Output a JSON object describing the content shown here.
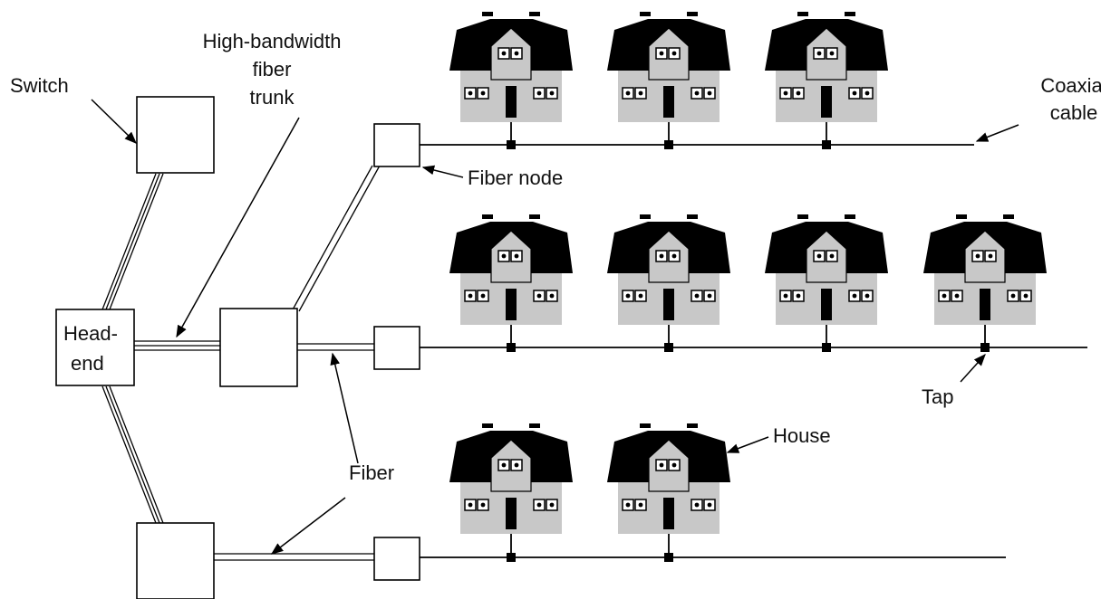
{
  "labels": {
    "switch": "Switch",
    "trunk_line1": "High-bandwidth",
    "trunk_line2": "fiber",
    "trunk_line3": "trunk",
    "coax_line1": "Coaxial",
    "coax_line2": "cable",
    "fiber_node": "Fiber node",
    "headend_line1": "Head-",
    "headend_line2": "end",
    "tap": "Tap",
    "house": "House",
    "fiber": "Fiber"
  },
  "colors": {
    "roof": "#000000",
    "house_body": "#c8c8c8",
    "window": "#ffffff",
    "line": "#000000"
  },
  "icons": {
    "house": "house-icon",
    "tap": "tap-square"
  }
}
